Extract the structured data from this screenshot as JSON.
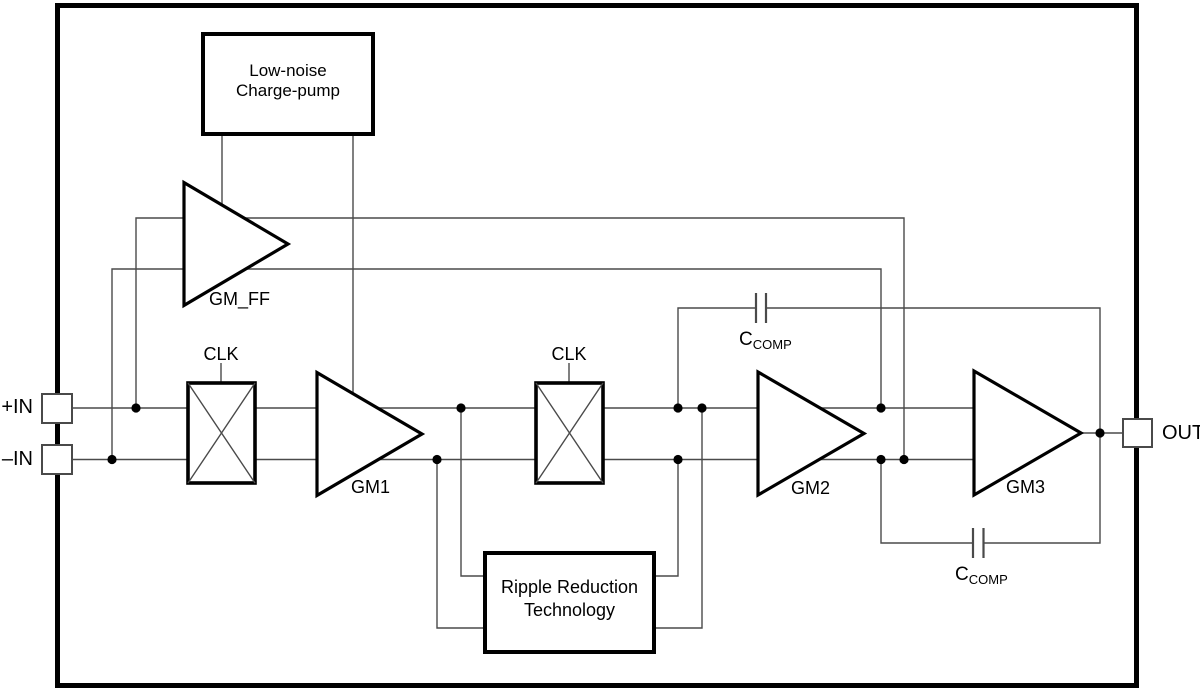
{
  "diagram": {
    "pins": {
      "in_plus": "+IN",
      "in_minus": "–IN",
      "out": "OUT"
    },
    "charge_pump": {
      "line1": "Low-noise",
      "line2": "Charge-pump"
    },
    "ripple_box": {
      "line1": "Ripple Reduction",
      "line2": "Technology"
    },
    "choppers": {
      "clk1": "CLK",
      "clk2": "CLK"
    },
    "amplifiers": {
      "gm_ff": "GM_FF",
      "gm1": "GM1",
      "gm2": "GM2",
      "gm3": "GM3"
    },
    "capacitors": {
      "top": {
        "symbol": "C",
        "subscript": "COMP"
      },
      "bottom": {
        "symbol": "C",
        "subscript": "COMP"
      }
    },
    "colors": {
      "wire": "#4a4a4a",
      "shape_stroke": "#000000",
      "background": "#ffffff"
    }
  }
}
